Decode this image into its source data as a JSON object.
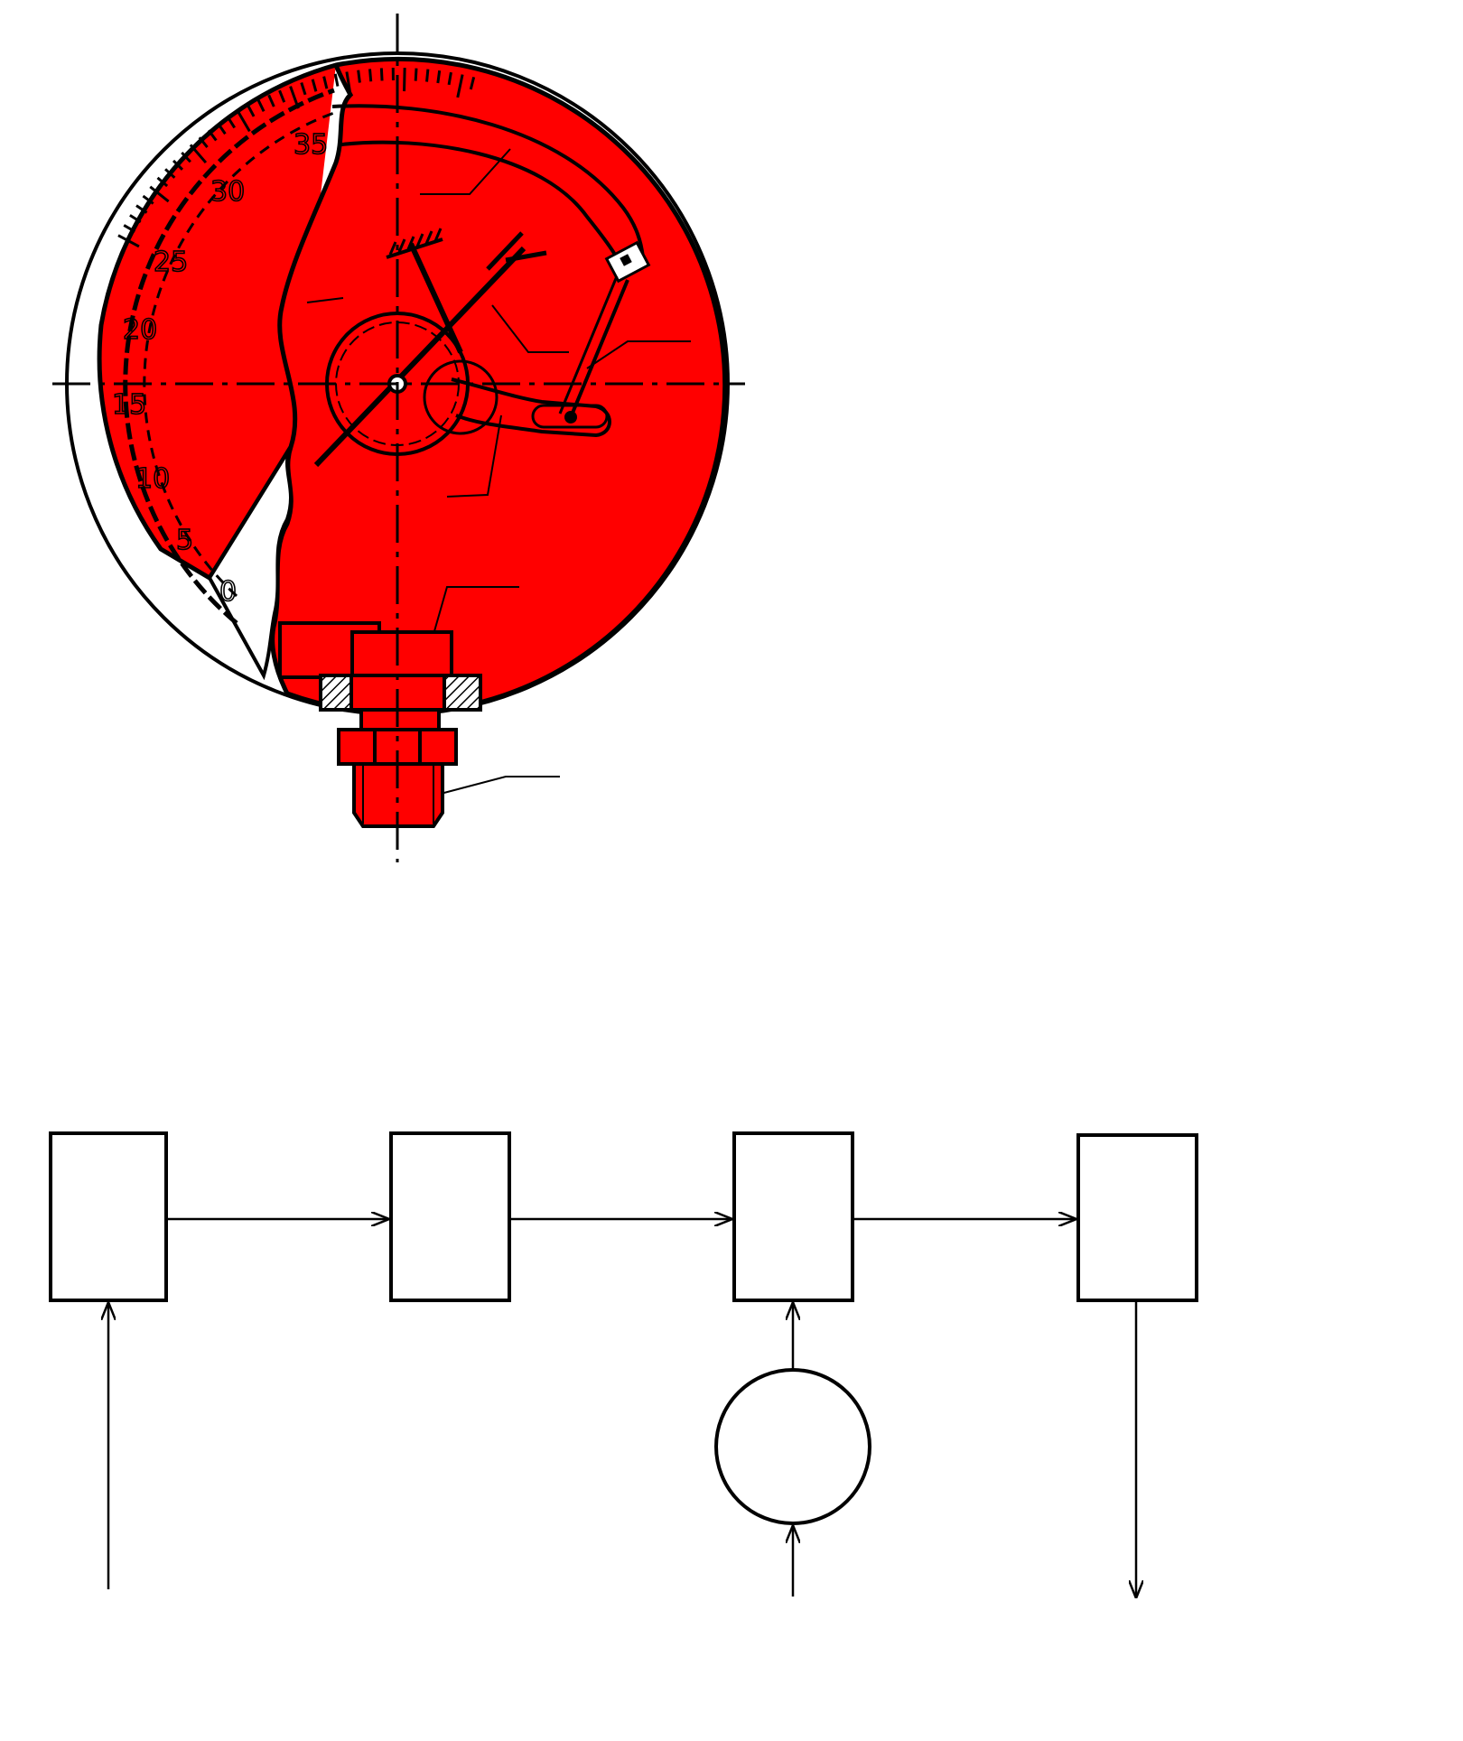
{
  "colors": {
    "body_fill": "#ff0000",
    "line": "#000000",
    "background": "#ffffff"
  },
  "gauge": {
    "scale_labels": [
      "0",
      "5",
      "10",
      "15",
      "20",
      "25",
      "30",
      "35"
    ]
  },
  "block_diagram": {
    "blocks": [
      {
        "name": "block-1",
        "label": ""
      },
      {
        "name": "block-2",
        "label": ""
      },
      {
        "name": "block-3",
        "label": ""
      },
      {
        "name": "block-4",
        "label": ""
      }
    ],
    "circle": {
      "name": "input-circle",
      "label": ""
    }
  }
}
